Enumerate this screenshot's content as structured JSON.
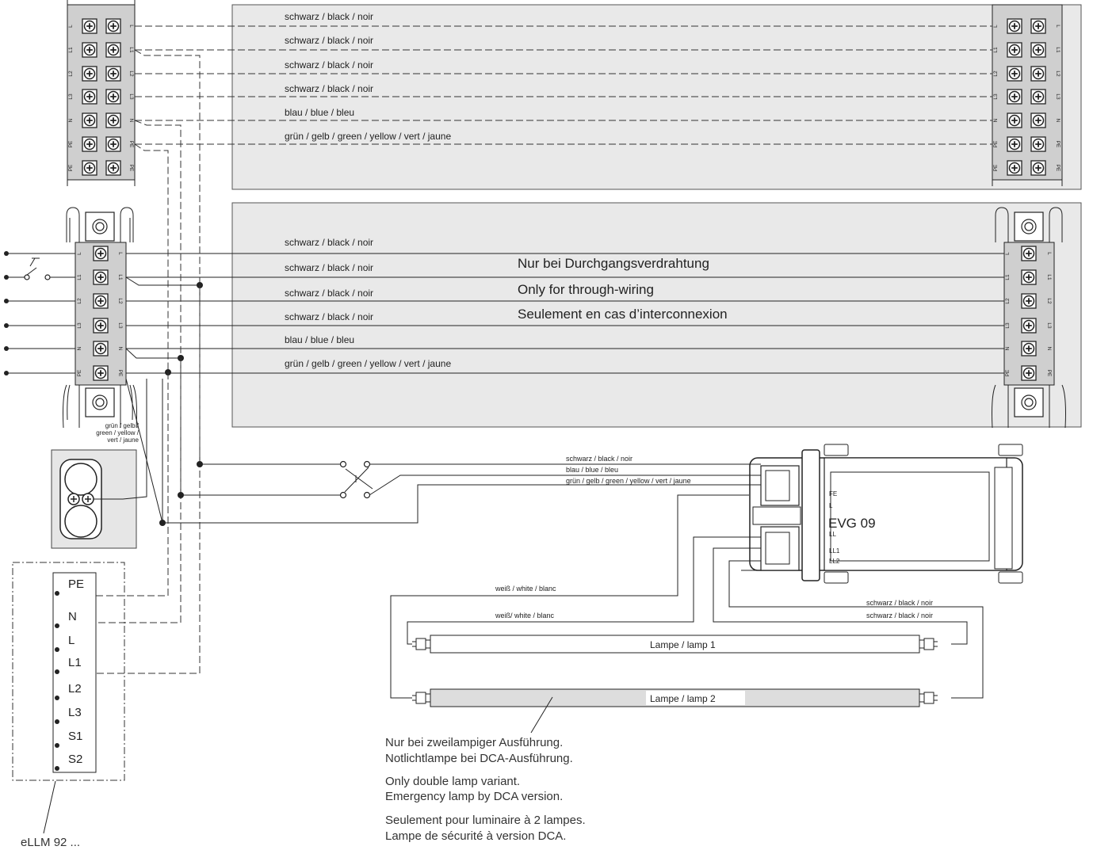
{
  "top_panel": {
    "wires": [
      "schwarz  /  black / noir",
      "schwarz  /  black  / noir",
      "schwarz  /  black / noir",
      "schwarz  /  black / noir",
      "blau  /  blue / bleu",
      "grün / gelb  /  green / yellow   /  vert / jaune"
    ]
  },
  "terminals_top": [
    "L",
    "L1",
    "L2",
    "L3",
    "N",
    "PE",
    "PE"
  ],
  "middle_panel": {
    "wires": [
      "schwarz  /  black / noir",
      "schwarz  /  black  / noir",
      "schwarz  /  black / noir",
      "schwarz  /  black / noir",
      "blau  /  blue / bleu",
      "grün / gelb  /  green / yellow   /  vert / jaune"
    ],
    "note": [
      "Nur bei Durchgangsverdrahtung",
      "Only for through-wiring",
      "Seulement en cas d’interconnexion"
    ]
  },
  "terminals_mid": [
    "L",
    "L1",
    "L2",
    "L3",
    "N",
    "PE"
  ],
  "pe_note": [
    "grün / gelb  /",
    "green / yellow  /",
    "vert / jaune"
  ],
  "ballast": {
    "input_wires": [
      "schwarz / black / noir",
      "blau / blue / bleu",
      "grün / gelb  /  green / yellow   /  vert / jaune"
    ],
    "name": "EVG 09",
    "pin_labels": [
      "FE",
      "L",
      "LL",
      "LL1",
      "LL2"
    ]
  },
  "lamp_wires": {
    "left": [
      "weiß / white / blanc",
      "weiß/ white / blanc"
    ],
    "right": [
      "schwarz / black / noir",
      "schwarz / black / noir"
    ]
  },
  "lamps": [
    "Lampe / lamp  1",
    "Lampe / lamp  2"
  ],
  "ellm": {
    "terminals": [
      "PE",
      "N",
      "L",
      "L1",
      "L2",
      "L3",
      "S1",
      "S2"
    ],
    "label": "eLLM 92 ..."
  },
  "notes": [
    "Nur bei zweilampiger Ausführung.",
    "Notlichtlampe bei DCA-Ausführung.",
    "Only double lamp variant.",
    "Emergency lamp by DCA version.",
    "Seulement pour luminaire à 2 lampes.",
    "Lampe de sécurité à version DCA."
  ]
}
